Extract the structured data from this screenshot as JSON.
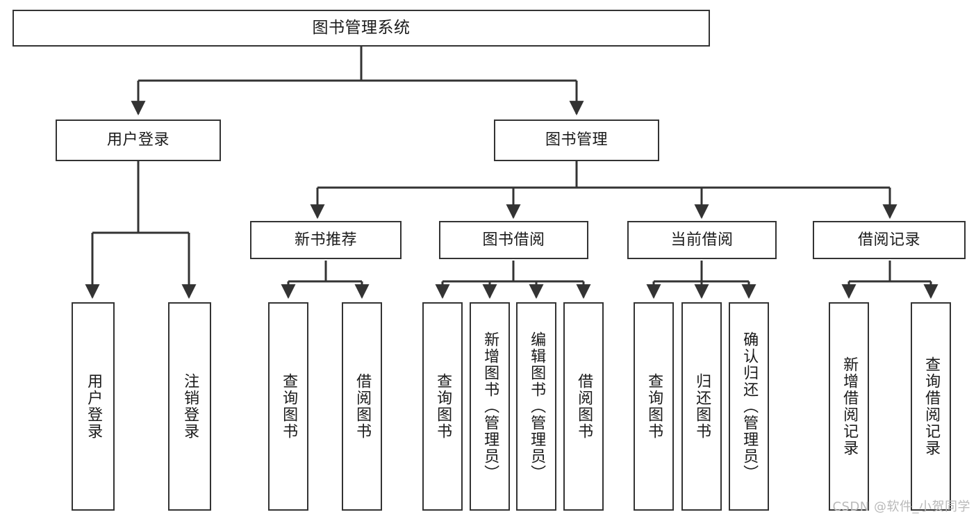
{
  "diagram": {
    "title": "图书管理系统",
    "type": "tree",
    "colors": {
      "background": "#ffffff",
      "border": "#333333",
      "connector": "#333333",
      "text": "#1a1a1a",
      "watermark": "#b9b9b9"
    },
    "levels": {
      "root": {
        "label": "图书管理系统"
      },
      "level2": [
        {
          "id": "user-login",
          "label": "用户登录"
        },
        {
          "id": "book-management",
          "label": "图书管理"
        }
      ],
      "level3": [
        {
          "id": "new-book-recommend",
          "label": "新书推荐",
          "parent": "book-management"
        },
        {
          "id": "book-borrow",
          "label": "图书借阅",
          "parent": "book-management"
        },
        {
          "id": "current-borrow",
          "label": "当前借阅",
          "parent": "book-management"
        },
        {
          "id": "borrow-record",
          "label": "借阅记录",
          "parent": "book-management"
        }
      ],
      "leaves": [
        {
          "id": "leaf-user-login",
          "label": "用户登录",
          "parent": "user-login"
        },
        {
          "id": "leaf-logout-login",
          "label": "注销登录",
          "parent": "user-login"
        },
        {
          "id": "leaf-query-book-1",
          "label": "查询图书",
          "parent": "new-book-recommend"
        },
        {
          "id": "leaf-borrow-book-1",
          "label": "借阅图书",
          "parent": "new-book-recommend"
        },
        {
          "id": "leaf-query-book-2",
          "label": "查询图书",
          "parent": "book-borrow"
        },
        {
          "id": "leaf-add-book",
          "label": "新增图书（管理员）",
          "parent": "book-borrow"
        },
        {
          "id": "leaf-edit-book",
          "label": "编辑图书（管理员）",
          "parent": "book-borrow"
        },
        {
          "id": "leaf-borrow-book-2",
          "label": "借阅图书",
          "parent": "book-borrow"
        },
        {
          "id": "leaf-query-book-3",
          "label": "查询图书",
          "parent": "current-borrow"
        },
        {
          "id": "leaf-return-book",
          "label": "归还图书",
          "parent": "current-borrow"
        },
        {
          "id": "leaf-confirm-return",
          "label": "确认归还（管理员）",
          "parent": "current-borrow"
        },
        {
          "id": "leaf-add-record",
          "label": "新增借阅记录",
          "parent": "borrow-record"
        },
        {
          "id": "leaf-query-record",
          "label": "查询借阅记录",
          "parent": "borrow-record"
        }
      ]
    }
  },
  "watermark": {
    "text": "CSDN @软件_小贺同学"
  }
}
